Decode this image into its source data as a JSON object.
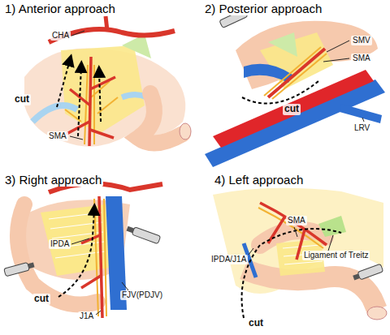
{
  "diagram": {
    "labels": [
      "1) Anterior approach",
      "CHA",
      "cut",
      "SMA",
      "2) Posterior approach",
      "SMV",
      "SMA",
      "cut",
      "LRV",
      "3) Right approach",
      "IPDA",
      "cut",
      "FJV(PDJV)",
      "J1A",
      "4) Left approach",
      "SMA",
      "IPDA/J1A",
      "Ligament of Treitz",
      "cut"
    ]
  }
}
